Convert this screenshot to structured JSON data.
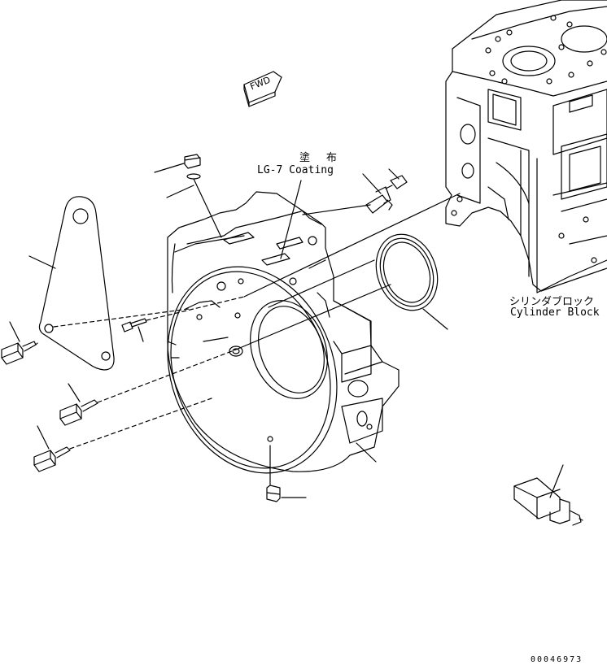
{
  "labels": {
    "fwd": "FWD",
    "coating_jp": "塗 布",
    "coating_en": "LG-7 Coating",
    "cylinder_block_jp": "シリンダブロック",
    "cylinder_block_en": "Cylinder Block",
    "doc_number": "00046973"
  },
  "icons": {
    "fwd_arrow": "fwd-arrow-icon"
  }
}
